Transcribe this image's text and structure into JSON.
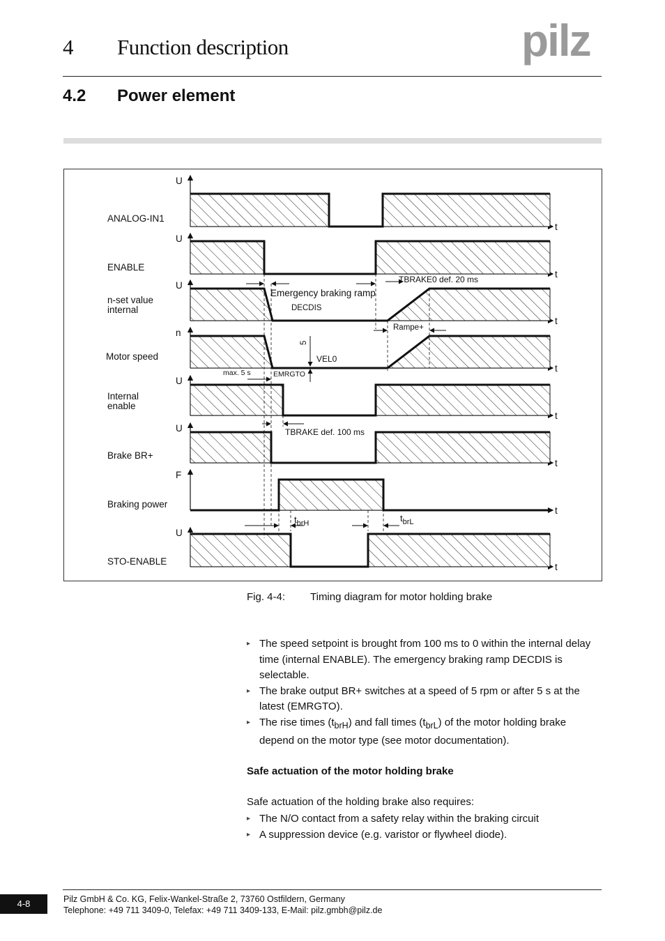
{
  "header": {
    "chapter_number": "4",
    "chapter_title": "Function description",
    "logo_text": "pilz",
    "section_number": "4.2",
    "section_title": "Power element"
  },
  "diagram": {
    "rows": [
      {
        "label": "ANALOG-IN1",
        "axis": "U"
      },
      {
        "label": "ENABLE",
        "axis": "U"
      },
      {
        "label": "n-set value\ninternal",
        "axis": "U"
      },
      {
        "label": "Motor speed",
        "axis": "n"
      },
      {
        "label": "Internal\nenable",
        "axis": "U"
      },
      {
        "label": "Brake BR+",
        "axis": "U"
      },
      {
        "label": "Braking power",
        "axis": "F"
      },
      {
        "label": "STO-ENABLE",
        "axis": "U"
      }
    ],
    "time_label": "t",
    "annotations": {
      "tbrake0": "TBRAKE0 def. 20 ms",
      "emergency_ramp": "Emergency braking ramp",
      "decdis": "DECDIS",
      "rampe": "Rampe+",
      "five": "5",
      "vel0": "VEL0",
      "max5s": "max. 5 s",
      "emrgto": "EMRGTO",
      "tbrake": "TBRAKE def. 100 ms",
      "tbrh_base": "t",
      "tbrh_sub": "brH",
      "tbrl_base": "t",
      "tbrl_sub": "brL"
    }
  },
  "figure_caption": {
    "label": "Fig. 4-4:",
    "text": "Timing diagram for motor holding brake"
  },
  "bullets1": [
    {
      "text": "The speed setpoint is brought from 100 ms to 0 within the internal delay time (internal ENABLE). The emergency braking ramp DECDIS is selectable."
    },
    {
      "text": "The brake output BR+ switches at a speed of 5 rpm or after 5 s at the latest (EMRGTO)."
    },
    {
      "p1": "The rise times (t",
      "s1": "brH",
      "p2": ") and fall times (t",
      "s2": "brL",
      "p3": ") of the motor holding brake depend on the motor type (see motor documentation)."
    }
  ],
  "subheading": "Safe actuation of the motor holding brake",
  "intro2": "Safe actuation of the holding brake also requires:",
  "bullets2": [
    "The N/O contact from a safety relay within the braking circuit",
    "A suppression device (e.g. varistor or flywheel diode)."
  ],
  "footer": {
    "page": "4-8",
    "line1": "Pilz GmbH & Co. KG, Felix-Wankel-Straße 2, 73760 Ostfildern, Germany",
    "line2": "Telephone: +49 711 3409-0, Telefax: +49 711 3409-133, E-Mail: pilz.gmbh@pilz.de"
  }
}
